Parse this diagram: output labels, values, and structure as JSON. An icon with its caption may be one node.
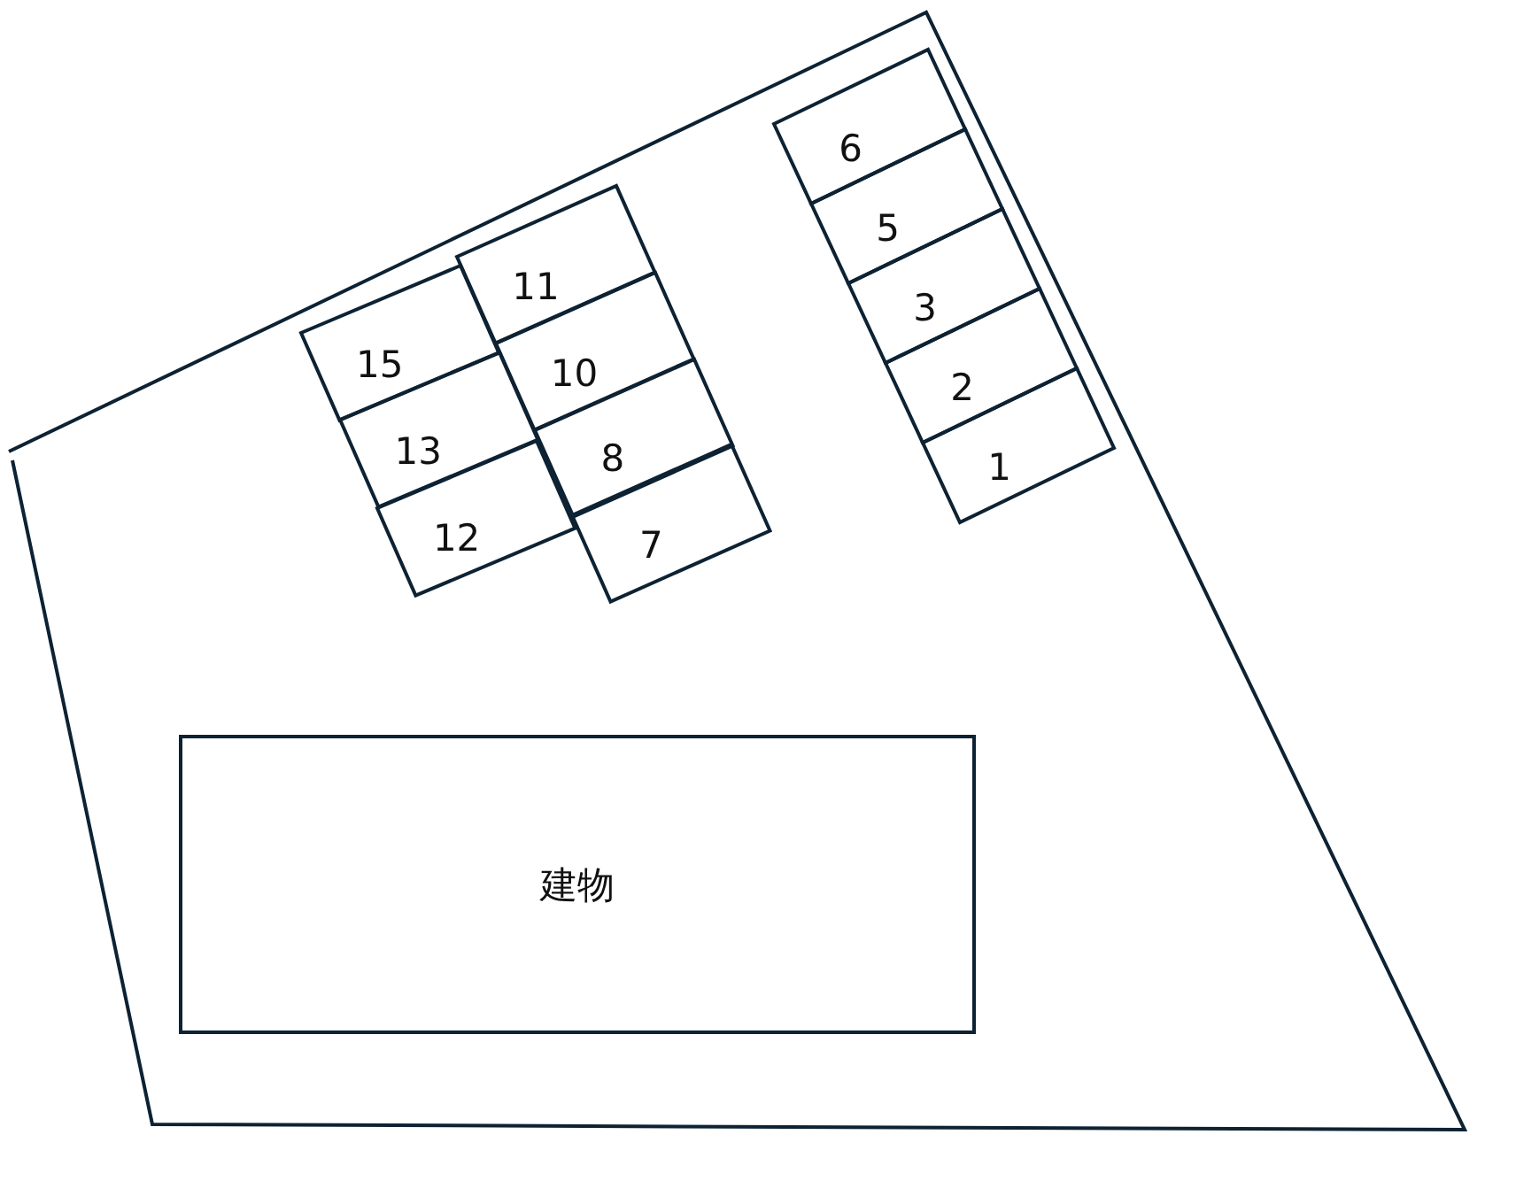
{
  "diagram": {
    "nodes": [
      {
        "text": [
          "6"
        ]
      },
      {
        "text": [
          "5"
        ]
      },
      {
        "text": [
          "3"
        ]
      },
      {
        "text": [
          "2"
        ]
      },
      {
        "text": [
          "1"
        ]
      },
      {
        "text": [
          "11"
        ]
      },
      {
        "text": [
          "10"
        ]
      },
      {
        "text": [
          "8"
        ]
      },
      {
        "text": [
          "7"
        ]
      },
      {
        "text": [
          "15"
        ]
      },
      {
        "text": [
          "13"
        ]
      },
      {
        "text": [
          "12"
        ]
      },
      {
        "text": [
          "建物"
        ]
      }
    ]
  }
}
